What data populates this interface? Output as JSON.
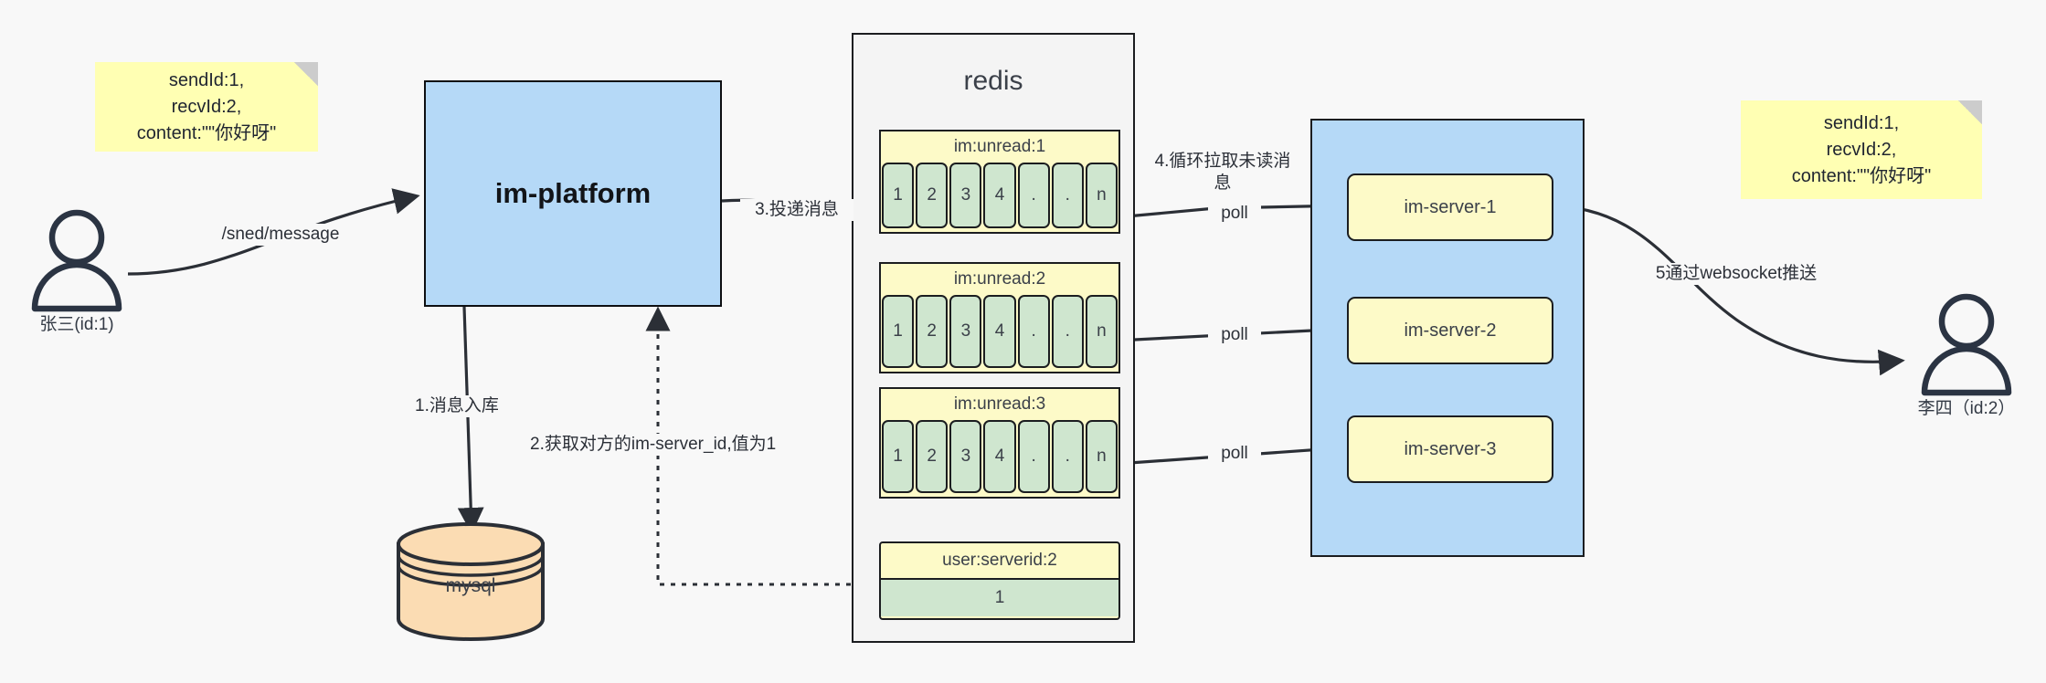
{
  "diagram": {
    "title": "IM message delivery architecture",
    "colors": {
      "sticky": "#ffffb3",
      "platform_blue": "#b5d9f7",
      "queue_yellow": "#fdfac8",
      "cell_green": "#cfe6cf",
      "mysql_orange": "#fbdcb3",
      "stroke": "#1b1d20",
      "canvas": "#f8f8f8"
    },
    "notes": [
      {
        "id": "note-left",
        "text": "sendId:1,\nrecvId:2,\ncontent:\"\"你好呀\""
      },
      {
        "id": "note-right",
        "text": "sendId:1,\nrecvId:2,\ncontent:\"\"你好呀\""
      }
    ],
    "actors": [
      {
        "id": "actor-sender",
        "label": "张三(id:1)"
      },
      {
        "id": "actor-receiver",
        "label": "李四（id:2）"
      }
    ],
    "platform": {
      "label": "im-platform"
    },
    "database": {
      "label": "mysql"
    },
    "redis": {
      "title": "redis",
      "queues": [
        {
          "key": "im:unread:1",
          "cells": [
            "1",
            "2",
            "3",
            "4",
            ".",
            ".",
            "n"
          ]
        },
        {
          "key": "im:unread:2",
          "cells": [
            "1",
            "2",
            "3",
            "4",
            ".",
            ".",
            "n"
          ]
        },
        {
          "key": "im:unread:3",
          "cells": [
            "1",
            "2",
            "3",
            "4",
            ".",
            ".",
            "n"
          ]
        }
      ],
      "kv": {
        "key": "user:serverid:2",
        "value": "1"
      }
    },
    "cluster": {
      "servers": [
        {
          "label": "im-server-1"
        },
        {
          "label": "im-server-2"
        },
        {
          "label": "im-server-3"
        }
      ]
    },
    "edges": [
      {
        "id": "edge-send-message",
        "label": "/sned/message"
      },
      {
        "id": "edge-store-message",
        "label": "1.消息入库"
      },
      {
        "id": "edge-get-serverid",
        "label": "2.获取对方的im-server_id,值为1"
      },
      {
        "id": "edge-deliver-message",
        "label": "3.投递消息"
      },
      {
        "id": "edge-poll-loop",
        "label": "4.循环拉取未读消息"
      },
      {
        "id": "edge-poll-1",
        "label": "poll"
      },
      {
        "id": "edge-poll-2",
        "label": "poll"
      },
      {
        "id": "edge-poll-3",
        "label": "poll"
      },
      {
        "id": "edge-websocket-push",
        "label": "5通过websocket推送"
      }
    ]
  }
}
